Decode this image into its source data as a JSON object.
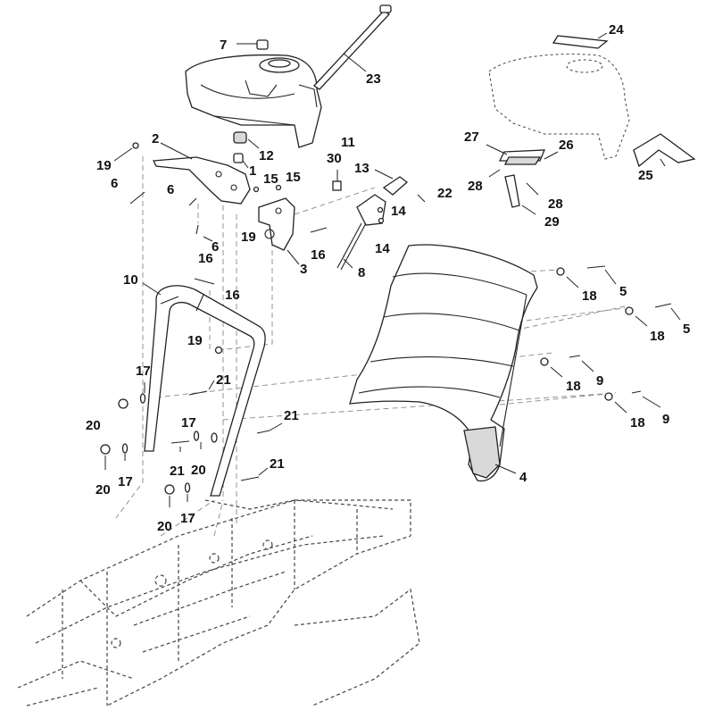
{
  "diagram": {
    "callouts": [
      {
        "id": "c7",
        "label": "7"
      },
      {
        "id": "c24",
        "label": "24"
      },
      {
        "id": "c23",
        "label": "23"
      },
      {
        "id": "c11",
        "label": "11"
      },
      {
        "id": "c2",
        "label": "2"
      },
      {
        "id": "c12",
        "label": "12"
      },
      {
        "id": "c19a",
        "label": "19"
      },
      {
        "id": "c1",
        "label": "1"
      },
      {
        "id": "c30",
        "label": "30"
      },
      {
        "id": "c13",
        "label": "13"
      },
      {
        "id": "c27",
        "label": "27"
      },
      {
        "id": "c26",
        "label": "26"
      },
      {
        "id": "c25",
        "label": "25"
      },
      {
        "id": "c15a",
        "label": "15"
      },
      {
        "id": "c15b",
        "label": "15"
      },
      {
        "id": "c6a",
        "label": "6"
      },
      {
        "id": "c6b",
        "label": "6"
      },
      {
        "id": "c22",
        "label": "22"
      },
      {
        "id": "c28a",
        "label": "28"
      },
      {
        "id": "c28b",
        "label": "28"
      },
      {
        "id": "c14a",
        "label": "14"
      },
      {
        "id": "c29",
        "label": "29"
      },
      {
        "id": "c19b",
        "label": "19"
      },
      {
        "id": "c14b",
        "label": "14"
      },
      {
        "id": "c6c",
        "label": "6"
      },
      {
        "id": "c16a",
        "label": "16"
      },
      {
        "id": "c3",
        "label": "3"
      },
      {
        "id": "c8",
        "label": "8"
      },
      {
        "id": "c16b",
        "label": "16"
      },
      {
        "id": "c10",
        "label": "10"
      },
      {
        "id": "c16c",
        "label": "16"
      },
      {
        "id": "c18a",
        "label": "18"
      },
      {
        "id": "c5a",
        "label": "5"
      },
      {
        "id": "c18b",
        "label": "18"
      },
      {
        "id": "c5b",
        "label": "5"
      },
      {
        "id": "c19c",
        "label": "19"
      },
      {
        "id": "c17a",
        "label": "17"
      },
      {
        "id": "c18c",
        "label": "18"
      },
      {
        "id": "c9a",
        "label": "9"
      },
      {
        "id": "c21a",
        "label": "21"
      },
      {
        "id": "c18d",
        "label": "18"
      },
      {
        "id": "c9b",
        "label": "9"
      },
      {
        "id": "c20a",
        "label": "20"
      },
      {
        "id": "c17b",
        "label": "17"
      },
      {
        "id": "c21b",
        "label": "21"
      },
      {
        "id": "c21c",
        "label": "21"
      },
      {
        "id": "c20b",
        "label": "20"
      },
      {
        "id": "c4",
        "label": "4"
      },
      {
        "id": "c20c",
        "label": "20"
      },
      {
        "id": "c17c",
        "label": "17"
      },
      {
        "id": "c21d",
        "label": "21"
      },
      {
        "id": "c20d",
        "label": "20"
      },
      {
        "id": "c17d",
        "label": "17"
      }
    ],
    "colors": {
      "line": "#222222",
      "dashed": "#888888",
      "background": "#ffffff"
    }
  }
}
